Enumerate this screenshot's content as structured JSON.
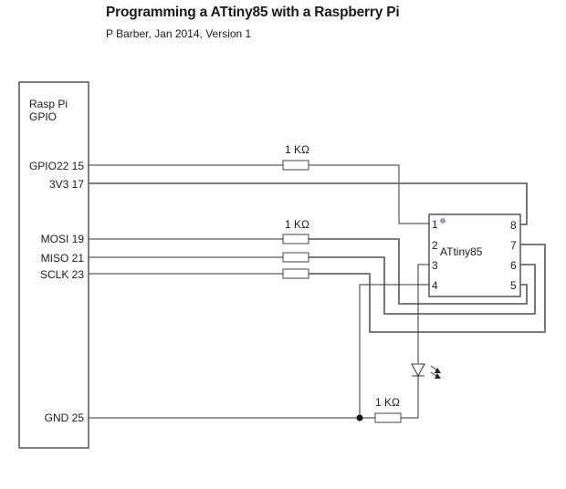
{
  "title": "Programming  a ATtiny85 with a Raspberry Pi",
  "subtitle": "P Barber, Jan 2014, Version 1",
  "pi": {
    "label_line1": "Rasp Pi",
    "label_line2": "GPIO",
    "pins": [
      {
        "name": "GPIO22 15"
      },
      {
        "name": "3V3 17"
      },
      {
        "name": "MOSI 19"
      },
      {
        "name": "MISO 21"
      },
      {
        "name": "SCLK 23"
      },
      {
        "name": "GND 25"
      }
    ]
  },
  "chip": {
    "label": "ATtiny85",
    "left_pins": [
      "1",
      "2",
      "3",
      "4"
    ],
    "right_pins": [
      "8",
      "7",
      "6",
      "5"
    ]
  },
  "resistors": [
    {
      "label": "1 KΩ"
    },
    {
      "label": "1 KΩ"
    },
    {
      "label": "1 KΩ"
    }
  ],
  "components": {
    "led": "led",
    "junction": "ground-junction"
  }
}
